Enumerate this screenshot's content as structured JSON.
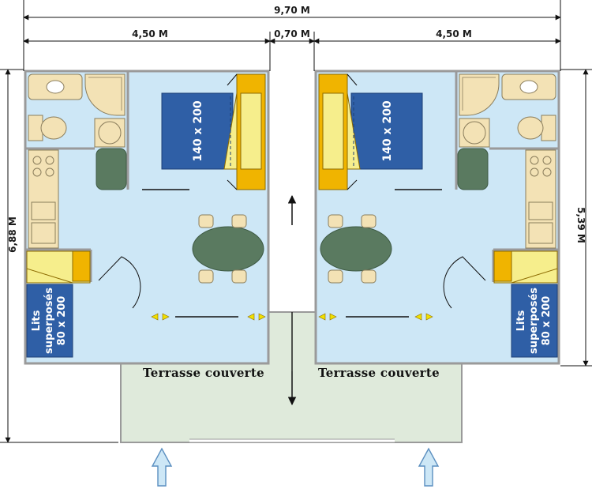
{
  "dimensions": {
    "total_width": "9,70 M",
    "left_width": "4,50 M",
    "gap_width": "0,70 M",
    "right_width": "4,50 M",
    "left_height": "6,88 M",
    "right_height": "5,39 M"
  },
  "rooms": {
    "bed_left": "140 x 200",
    "bed_right": "140 x 200",
    "bunks_left_line1": "Lits",
    "bunks_left_line2": "superposés",
    "bunks_left_line3": "80 x 200",
    "bunks_right_line1": "Lits",
    "bunks_right_line2": "superposés",
    "bunks_right_line3": "80 x 200",
    "terrace_left": "Terrasse couverte",
    "terrace_right": "Terrasse couverte"
  },
  "colors": {
    "floor": "#cde7f6",
    "terrace": "#dfeadb",
    "bed": "#2f5fa6",
    "furniture_orange": "#f0b400",
    "furniture_yellow": "#f6ee8c",
    "fixture": "#f3e2b5",
    "table": "#5a7a60",
    "wall": "#9a9a9a"
  }
}
